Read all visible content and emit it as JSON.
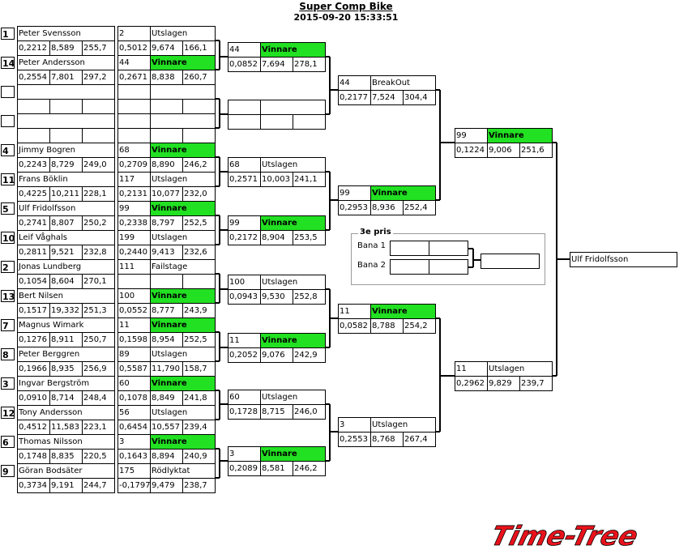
{
  "header": {
    "title": "Super Comp Bike",
    "datetime": "2015-09-20 15:33:51"
  },
  "round1": [
    {
      "seed": "1",
      "name": "Peter Svensson",
      "r1": "0,2212",
      "r2": "8,589",
      "r3": "255,7",
      "num": "2",
      "result": "Utslagen",
      "winner": false,
      "v1": "0,5012",
      "v2": "9,674",
      "v3": "166,1"
    },
    {
      "seed": "14",
      "name": "Peter Andersson",
      "r1": "0,2554",
      "r2": "7,801",
      "r3": "297,2",
      "num": "44",
      "result": "Vinnare",
      "winner": true,
      "v1": "0,2671",
      "v2": "8,838",
      "v3": "260,7"
    },
    {
      "seed": "",
      "name": "",
      "r1": "",
      "r2": "",
      "r3": "",
      "num": "",
      "result": "",
      "winner": false,
      "v1": "",
      "v2": "",
      "v3": ""
    },
    {
      "seed": "",
      "name": "",
      "r1": "",
      "r2": "",
      "r3": "",
      "num": "",
      "result": "",
      "winner": false,
      "v1": "",
      "v2": "",
      "v3": ""
    },
    {
      "seed": "4",
      "name": "Jimmy Bogren",
      "r1": "0,2243",
      "r2": "8,729",
      "r3": "249,0",
      "num": "68",
      "result": "Vinnare",
      "winner": true,
      "v1": "0,2709",
      "v2": "8,890",
      "v3": "246,2"
    },
    {
      "seed": "11",
      "name": "Frans Böklin",
      "r1": "0,4225",
      "r2": "10,211",
      "r3": "228,1",
      "num": "117",
      "result": "Utslagen",
      "winner": false,
      "v1": "0,2131",
      "v2": "10,077",
      "v3": "232,0"
    },
    {
      "seed": "5",
      "name": "Ulf Fridolfsson",
      "r1": "0,2741",
      "r2": "8,807",
      "r3": "250,2",
      "num": "99",
      "result": "Vinnare",
      "winner": true,
      "v1": "0,2338",
      "v2": "8,797",
      "v3": "252,5"
    },
    {
      "seed": "10",
      "name": "Leif Våghals",
      "r1": "0,2811",
      "r2": "9,521",
      "r3": "232,8",
      "num": "199",
      "result": "Utslagen",
      "winner": false,
      "v1": "0,2440",
      "v2": "9,413",
      "v3": "232,6"
    },
    {
      "seed": "2",
      "name": "Jonas Lundberg",
      "r1": "0,1054",
      "r2": "8,604",
      "r3": "270,1",
      "num": "111",
      "result": "Failstage",
      "winner": false,
      "v1": "",
      "v2": "",
      "v3": ""
    },
    {
      "seed": "13",
      "name": "Bert Nilsen",
      "r1": "0,1517",
      "r2": "19,332",
      "r3": "251,3",
      "num": "100",
      "result": "Vinnare",
      "winner": true,
      "v1": "0,0552",
      "v2": "8,777",
      "v3": "243,9"
    },
    {
      "seed": "7",
      "name": "Magnus Wimark",
      "r1": "0,1276",
      "r2": "8,911",
      "r3": "250,7",
      "num": "11",
      "result": "Vinnare",
      "winner": true,
      "v1": "0,1598",
      "v2": "8,954",
      "v3": "252,5"
    },
    {
      "seed": "8",
      "name": "Peter Berggren",
      "r1": "0,1966",
      "r2": "8,935",
      "r3": "256,9",
      "num": "89",
      "result": "Utslagen",
      "winner": false,
      "v1": "0,5587",
      "v2": "11,790",
      "v3": "158,7"
    },
    {
      "seed": "3",
      "name": "Ingvar Bergström",
      "r1": "0,0910",
      "r2": "8,714",
      "r3": "248,4",
      "num": "60",
      "result": "Vinnare",
      "winner": true,
      "v1": "0,1078",
      "v2": "8,849",
      "v3": "241,8"
    },
    {
      "seed": "12",
      "name": "Tony Andersson",
      "r1": "0,4512",
      "r2": "11,583",
      "r3": "223,1",
      "num": "56",
      "result": "Utslagen",
      "winner": false,
      "v1": "0,6454",
      "v2": "10,557",
      "v3": "239,4"
    },
    {
      "seed": "6",
      "name": "Thomas Nilsson",
      "r1": "0,1748",
      "r2": "8,835",
      "r3": "220,5",
      "num": "3",
      "result": "Vinnare",
      "winner": true,
      "v1": "0,1643",
      "v2": "8,894",
      "v3": "240,9"
    },
    {
      "seed": "9",
      "name": "Göran Bodsäter",
      "r1": "0,3734",
      "r2": "9,191",
      "r3": "244,7",
      "num": "175",
      "result": "Rödlyktat",
      "winner": false,
      "v1": "-0,1797",
      "v2": "9,479",
      "v3": "238,7"
    }
  ],
  "quarter": [
    {
      "num": "44",
      "result": "Vinnare",
      "winner": true,
      "v1": "0,0852",
      "v2": "7,694",
      "v3": "278,1"
    },
    {
      "num": "",
      "result": "",
      "winner": false,
      "v1": "",
      "v2": "",
      "v3": ""
    },
    {
      "num": "68",
      "result": "Utslagen",
      "winner": false,
      "v1": "0,2571",
      "v2": "10,003",
      "v3": "241,1"
    },
    {
      "num": "99",
      "result": "Vinnare",
      "winner": true,
      "v1": "0,2172",
      "v2": "8,904",
      "v3": "253,5"
    },
    {
      "num": "100",
      "result": "Utslagen",
      "winner": false,
      "v1": "0,0943",
      "v2": "9,530",
      "v3": "252,8"
    },
    {
      "num": "11",
      "result": "Vinnare",
      "winner": true,
      "v1": "0,2052",
      "v2": "9,076",
      "v3": "242,9"
    },
    {
      "num": "60",
      "result": "Utslagen",
      "winner": false,
      "v1": "0,1728",
      "v2": "8,715",
      "v3": "246,0"
    },
    {
      "num": "3",
      "result": "Vinnare",
      "winner": true,
      "v1": "0,2089",
      "v2": "8,581",
      "v3": "246,2"
    }
  ],
  "semi": [
    {
      "num": "44",
      "result": "BreakOut",
      "winner": false,
      "v1": "0,2177",
      "v2": "7,524",
      "v3": "304,4"
    },
    {
      "num": "99",
      "result": "Vinnare",
      "winner": true,
      "v1": "0,2953",
      "v2": "8,936",
      "v3": "252,4"
    },
    {
      "num": "11",
      "result": "Vinnare",
      "winner": true,
      "v1": "0,0582",
      "v2": "8,788",
      "v3": "254,2"
    },
    {
      "num": "3",
      "result": "Utslagen",
      "winner": false,
      "v1": "0,2553",
      "v2": "8,768",
      "v3": "267,4"
    }
  ],
  "final": [
    {
      "num": "99",
      "result": "Vinnare",
      "winner": true,
      "v1": "0,1224",
      "v2": "9,006",
      "v3": "251,6"
    },
    {
      "num": "11",
      "result": "Utslagen",
      "winner": false,
      "v1": "0,2962",
      "v2": "9,829",
      "v3": "239,7"
    }
  ],
  "champion": "Ulf Fridolfsson",
  "third_place": {
    "title": "3e pris",
    "lane1": "Bana 1",
    "lane2": "Bana 2"
  },
  "logo": {
    "text": "Time-Tree",
    "color": "#e8121b"
  },
  "colors": {
    "winner": "#22e022"
  }
}
